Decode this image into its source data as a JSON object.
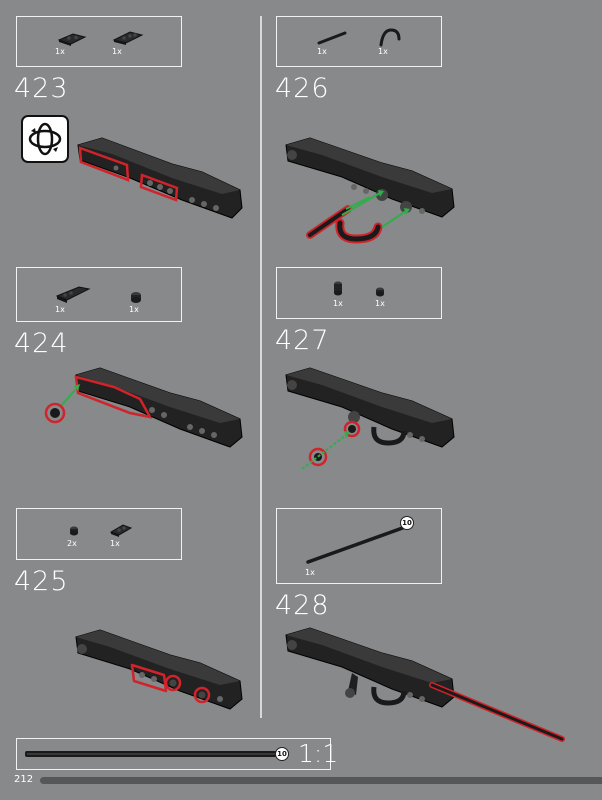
{
  "steps": [
    {
      "number": "423",
      "parts": [
        {
          "qty": "1x"
        },
        {
          "qty": "1x"
        }
      ],
      "rotate_icon": "rotate-model-icon"
    },
    {
      "number": "424",
      "parts": [
        {
          "qty": "1x"
        },
        {
          "qty": "1x"
        }
      ]
    },
    {
      "number": "425",
      "parts": [
        {
          "qty": "2x"
        },
        {
          "qty": "1x"
        }
      ]
    },
    {
      "number": "426",
      "parts": [
        {
          "qty": "1x"
        },
        {
          "qty": "1x"
        }
      ]
    },
    {
      "number": "427",
      "parts": [
        {
          "qty": "1x"
        },
        {
          "qty": "1x"
        }
      ]
    },
    {
      "number": "428",
      "parts": [
        {
          "qty": "1x",
          "length": "10"
        }
      ]
    }
  ],
  "scale_reference": {
    "length": "10",
    "ratio": "1:1"
  },
  "page_number": "212",
  "colors": {
    "background": "#87898a",
    "highlight": "#d0232a",
    "arrow": "#2fae4a",
    "part": "#1d1d1d"
  }
}
